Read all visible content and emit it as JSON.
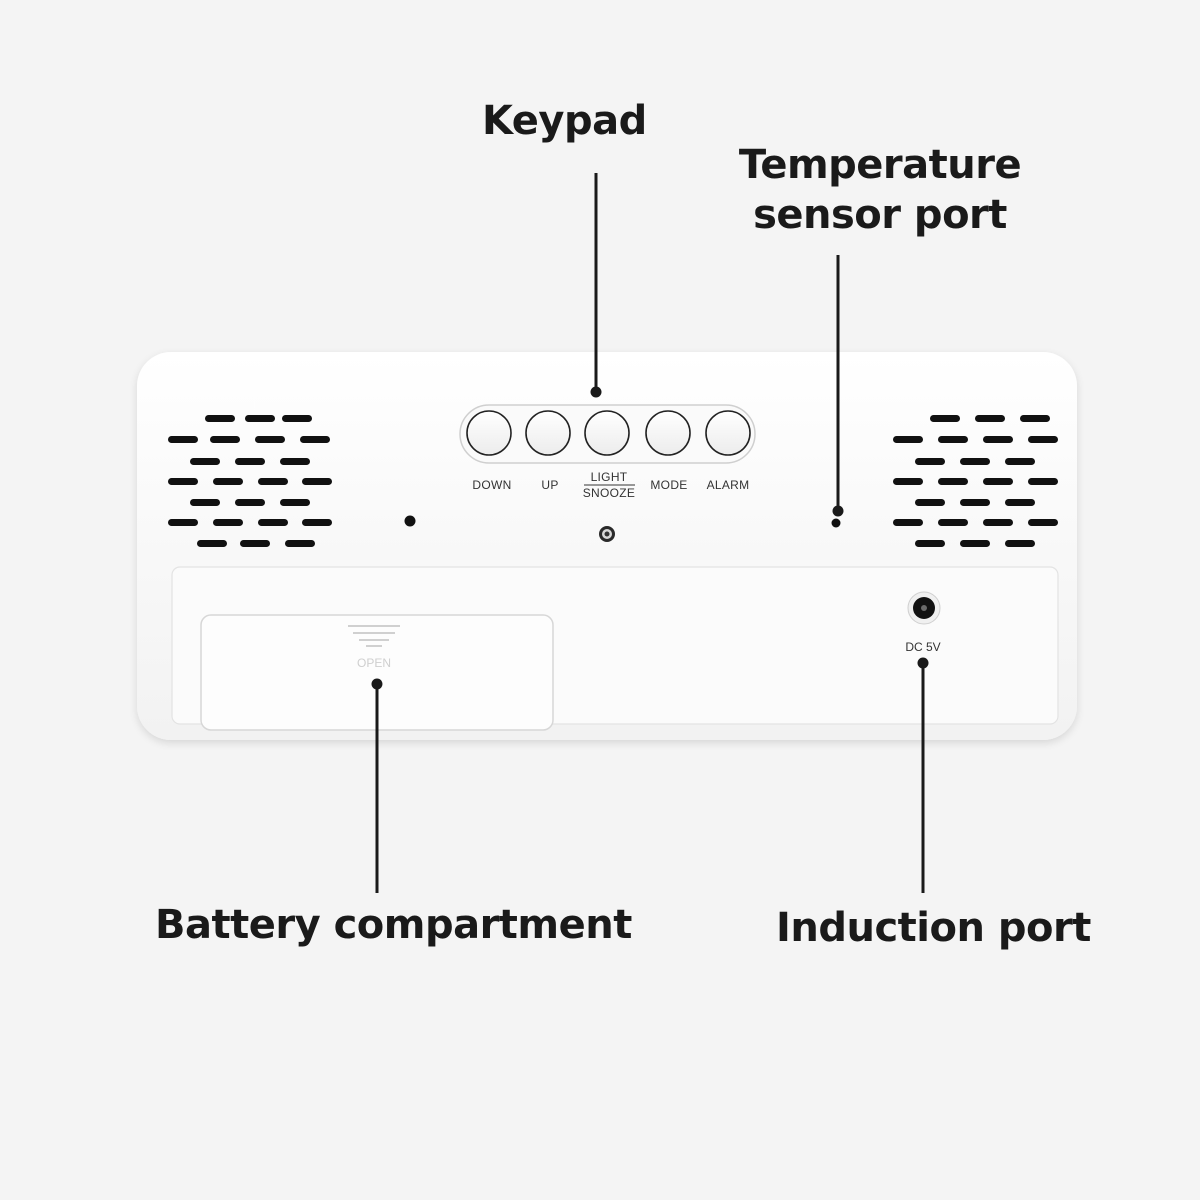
{
  "callouts": {
    "keypad": "Keypad",
    "temperature_line1": "Temperature",
    "temperature_line2": "sensor port",
    "battery": "Battery compartment",
    "induction": "Induction port"
  },
  "keypad_buttons": {
    "down": "DOWN",
    "up": "UP",
    "light": "LIGHT",
    "snooze": "SNOOZE",
    "mode": "MODE",
    "alarm": "ALARM"
  },
  "battery_door": {
    "open_label": "OPEN"
  },
  "power_port": {
    "label": "DC 5V"
  },
  "colors": {
    "background": "#f4f4f4",
    "device_body": "#ffffff",
    "text": "#1a1a1a",
    "slots": "#111111"
  }
}
